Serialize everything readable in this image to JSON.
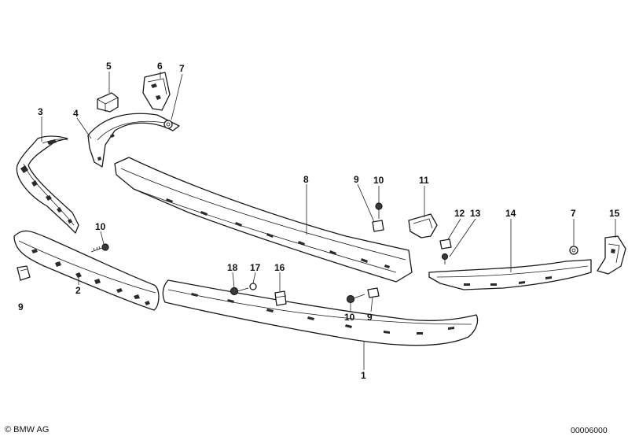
{
  "footer": {
    "copyright": "© BMW AG",
    "document_number": "00006000"
  },
  "callouts": [
    "1",
    "2",
    "3",
    "4",
    "5",
    "6",
    "7",
    "7",
    "8",
    "9",
    "9",
    "9",
    "10",
    "10",
    "10",
    "11",
    "12",
    "13",
    "14",
    "15",
    "16",
    "17",
    "18"
  ]
}
